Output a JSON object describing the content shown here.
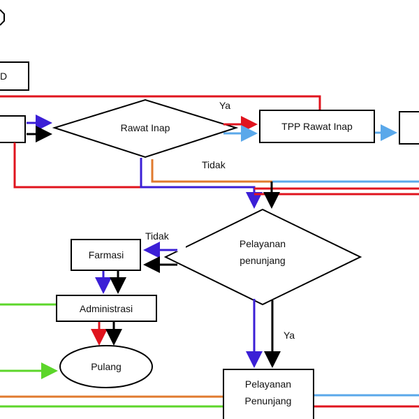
{
  "diagram": {
    "title": "",
    "colors": {
      "red": "#e0141e",
      "blue_purple": "#3b1fd6",
      "black": "#000000",
      "light_blue": "#5aa8ea",
      "orange": "#e07a2e",
      "green": "#5cd62a"
    },
    "nodes": {
      "partial_top_left_shape": {
        "label": ""
      },
      "igd_box": {
        "label": "D"
      },
      "left_box": {
        "label": ""
      },
      "rawat_inap_decision": {
        "label": "Rawat Inap"
      },
      "tpp_rawat_inap": {
        "label": "TPP Rawat Inap"
      },
      "right_box": {
        "label": ""
      },
      "pelayanan_penunjang_decision": {
        "label_line1": "Pelayanan",
        "label_line2": "penunjang"
      },
      "farmasi": {
        "label": "Farmasi"
      },
      "administrasi": {
        "label": "Administrasi"
      },
      "pulang": {
        "label": "Pulang"
      },
      "pelayanan_penunjang_box": {
        "label_line1": "Pelayanan",
        "label_line2": "Penunjang"
      }
    },
    "edge_labels": {
      "rawat_inap_ya": "Ya",
      "rawat_inap_tidak": "Tidak",
      "penunjang_tidak": "Tidak",
      "penunjang_ya": "Ya"
    }
  }
}
